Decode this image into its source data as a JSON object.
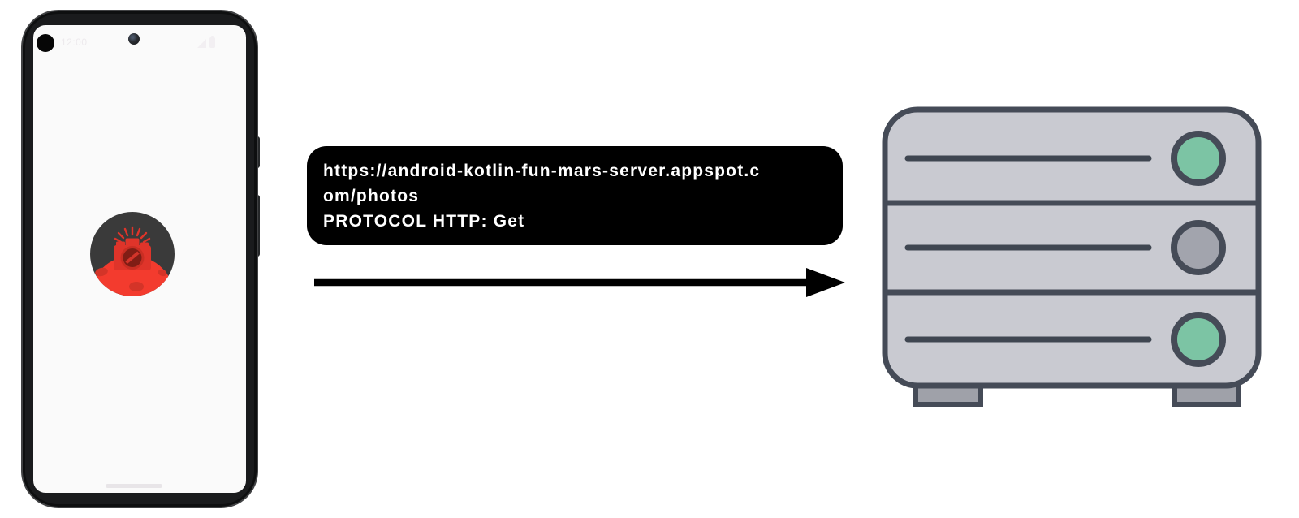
{
  "phone": {
    "status_bar": {
      "time": "12:00"
    },
    "screen_color": "#FAFAFA",
    "frame_color": "#1A1B1D"
  },
  "app_icon": {
    "name": "mars-photos-app-icon",
    "dark_color": "#3A3A3A",
    "planet_color": "#F33B2E",
    "crater_color": "#D43428",
    "camera_color": "#DF342A",
    "lens_color": "#801D15"
  },
  "request": {
    "url": "https://android-kotlin-fun-mars-server.appspot.com/photos",
    "url_display_lines": [
      "https://android-kotlin-fun-mars-server.appspot.c",
      "om/photos"
    ],
    "protocol": "PROTOCOL HTTP: Get",
    "bubble_color": "#000000",
    "text_color": "#FFFFFF"
  },
  "arrow": {
    "name": "request-arrow",
    "color": "#000000"
  },
  "server": {
    "body_color": "#C9CAD1",
    "outline_color": "#454B57",
    "slot_color": "#3F4651",
    "foot_color": "#9FA1A9",
    "rows": [
      {
        "led_color": "#7CC4A4"
      },
      {
        "led_color": "#A2A4AD"
      },
      {
        "led_color": "#7CC4A4"
      }
    ]
  }
}
